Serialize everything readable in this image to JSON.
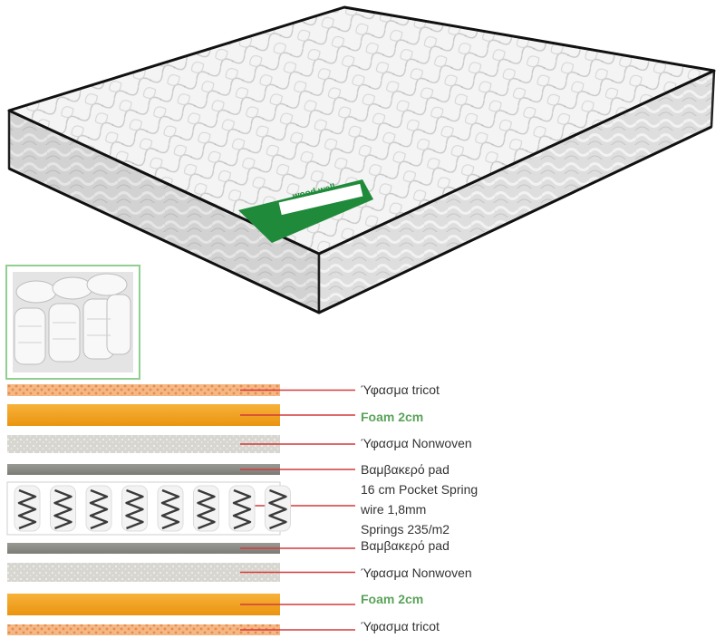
{
  "brand": {
    "tag_text": "wood well",
    "tag_color": "#1f8a3a"
  },
  "layers": [
    {
      "id": "tricot-top",
      "label": "Ύφασμα tricot",
      "style": "tricot",
      "highlight": false
    },
    {
      "id": "foam-top",
      "label": "Foam 2cm",
      "style": "foam",
      "highlight": true
    },
    {
      "id": "nonwoven-top",
      "label": "Ύφασμα Nonwoven",
      "style": "nonwoven",
      "highlight": false
    },
    {
      "id": "cotton-top",
      "label": "Βαμβακερό pad",
      "style": "cotton",
      "highlight": false
    },
    {
      "id": "springs",
      "label_lines": [
        "16 cm Pocket Spring",
        "wire 1,8mm",
        "Springs 235/m2"
      ],
      "style": "springs",
      "highlight": false
    },
    {
      "id": "cotton-bottom",
      "label": "Βαμβακερό pad",
      "style": "cotton",
      "highlight": false
    },
    {
      "id": "nonwoven-bottom",
      "label": "Ύφασμα Nonwoven",
      "style": "nonwoven",
      "highlight": false
    },
    {
      "id": "foam-bottom",
      "label": "Foam 2cm",
      "style": "foam",
      "highlight": true
    },
    {
      "id": "tricot-bottom",
      "label": "Ύφασμα tricot",
      "style": "tricot",
      "highlight": false
    }
  ],
  "colors": {
    "connector": "#d43a3a",
    "foam": "#f2a01b",
    "tricot": "#f3b07a",
    "nonwoven": "#d5d3cd",
    "cotton": "#8a8a84",
    "label_highlight": "#5aa35a",
    "inset_border": "#8fcf8f"
  }
}
